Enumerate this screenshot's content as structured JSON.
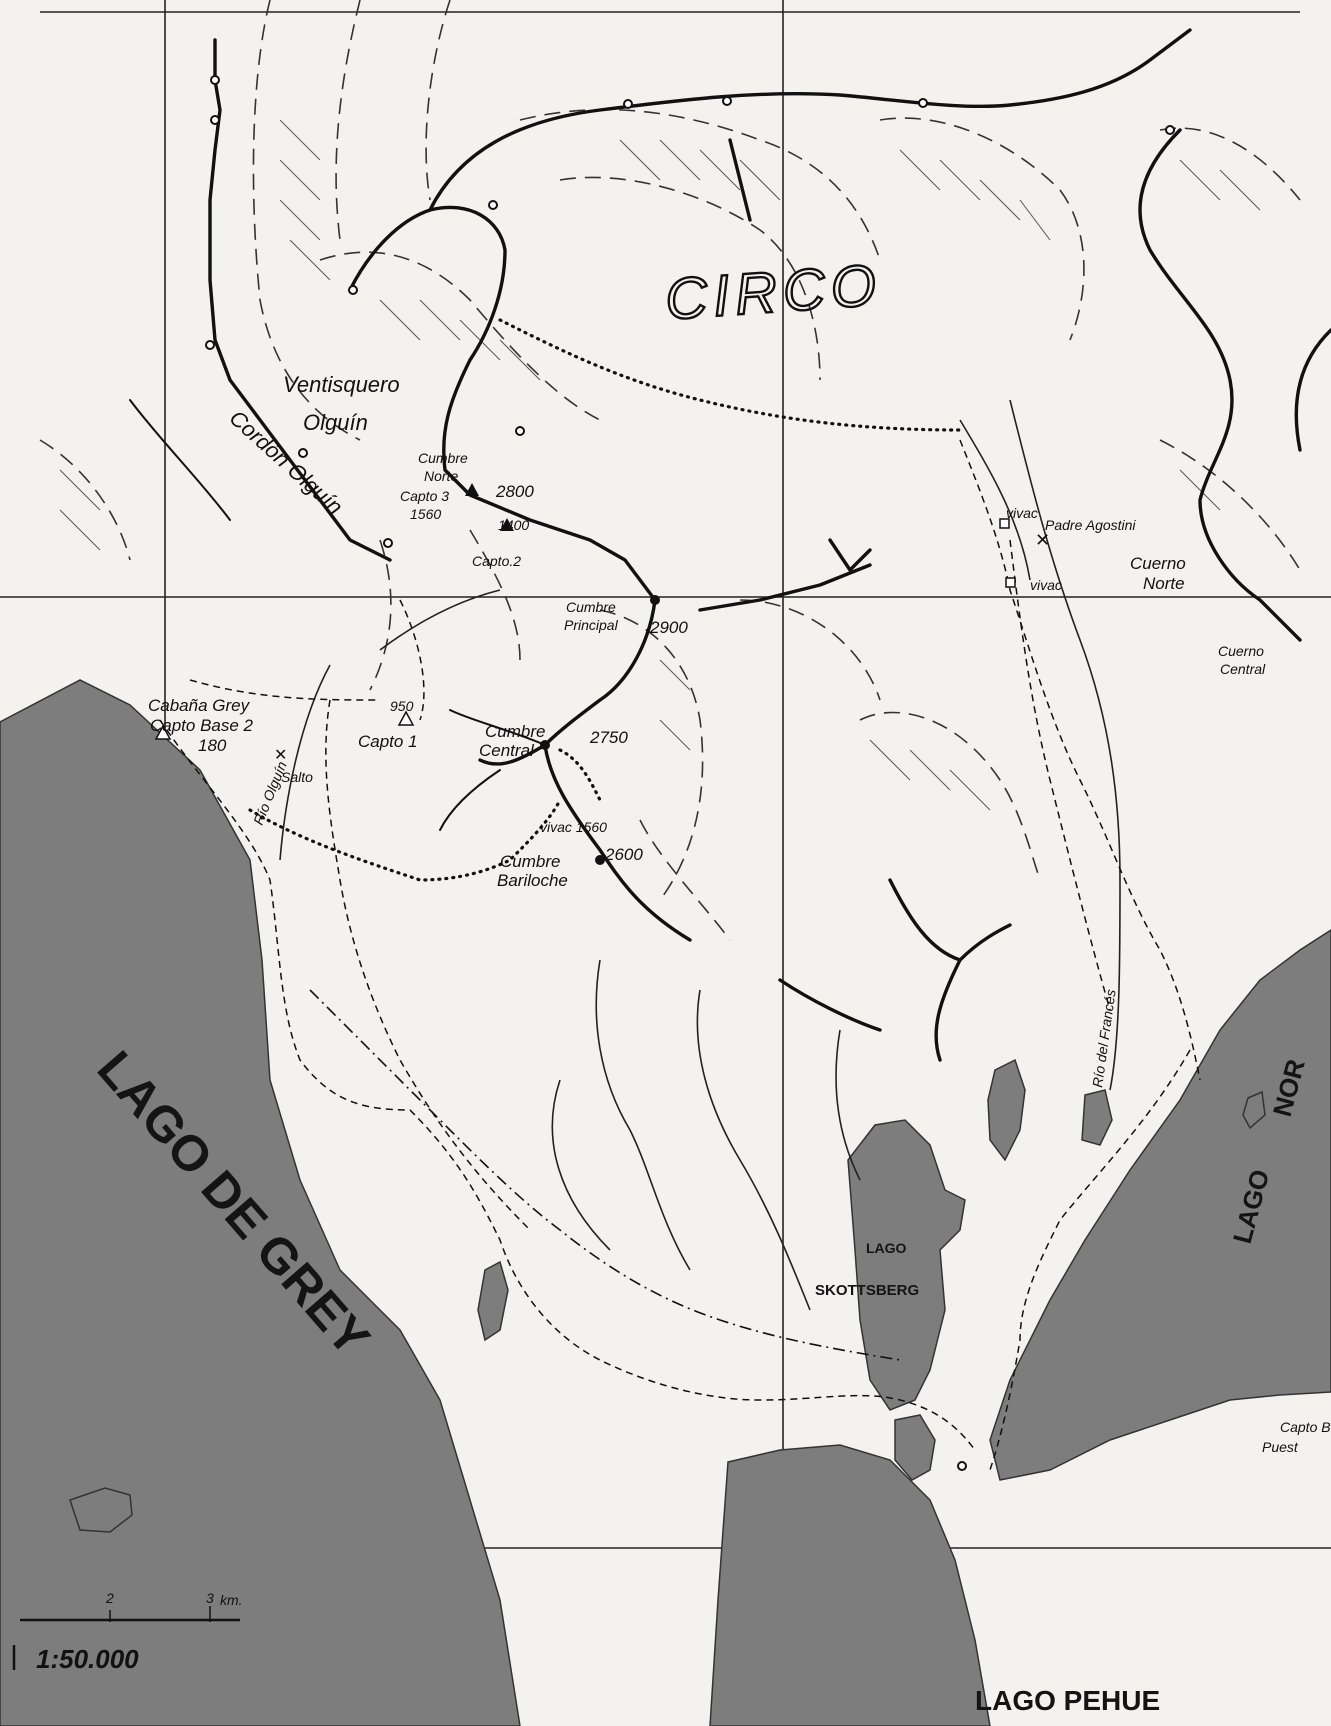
{
  "map": {
    "title": "CIRCO",
    "scale_text": "1:50.000",
    "scale_bar": {
      "tick_left": "2",
      "tick_right": "3",
      "unit": "km."
    },
    "footer_text": "",
    "side_note": "",
    "lakes": {
      "grey": "LAGO DE GREY",
      "skottsberg_1": "LAGO",
      "skottsberg_2": "SKOTTSBERG",
      "nordenskjold_1": "LAGO",
      "nordenskjold_2": "NOR",
      "pehoe": "LAGO PEHUE"
    },
    "features": {
      "ventisquero_1": "Ventisquero",
      "ventisquero_2": "Olguín",
      "cordon": "Cordón Olguín",
      "cumbre_norte_1": "Cumbre",
      "cumbre_norte_2": "Norte",
      "cumbre_norte_alt": "2800",
      "campo3_1": "Capto 3",
      "campo3_2": "1560",
      "campo2_alt": "1400",
      "campo2": "Capto.2",
      "cumbre_principal_1": "Cumbre",
      "cumbre_principal_2": "Principal",
      "cumbre_principal_alt": "2900",
      "cumbre_central_1": "Cumbre",
      "cumbre_central_2": "Central",
      "cumbre_central_alt": "2750",
      "vivac_1560": "vivac 1560",
      "cumbre_bariloche_1": "Cumbre",
      "cumbre_bariloche_2": "Bariloche",
      "cumbre_bariloche_alt": "2600",
      "cabana_grey": "Cabaña Grey",
      "campo_base_1": "Capto Base 2",
      "campo_base_2": "180",
      "campo1_alt": "950",
      "campo1": "Capto 1",
      "rio_olguin": "Río Olguín",
      "salto": "Salto",
      "vivac_a": "vivac",
      "padre_agostini": "Padre Agostini",
      "vivac_b": "vivac",
      "cuerno_norte_1": "Cuerno",
      "cuerno_norte_2": "Norte",
      "cuerno_central_1": "Cuerno",
      "cuerno_central_2": "Central",
      "rio_frances": "Río del Francés",
      "campo_puesto_1": "Capto B",
      "campo_puesto_2": "Puest"
    }
  }
}
